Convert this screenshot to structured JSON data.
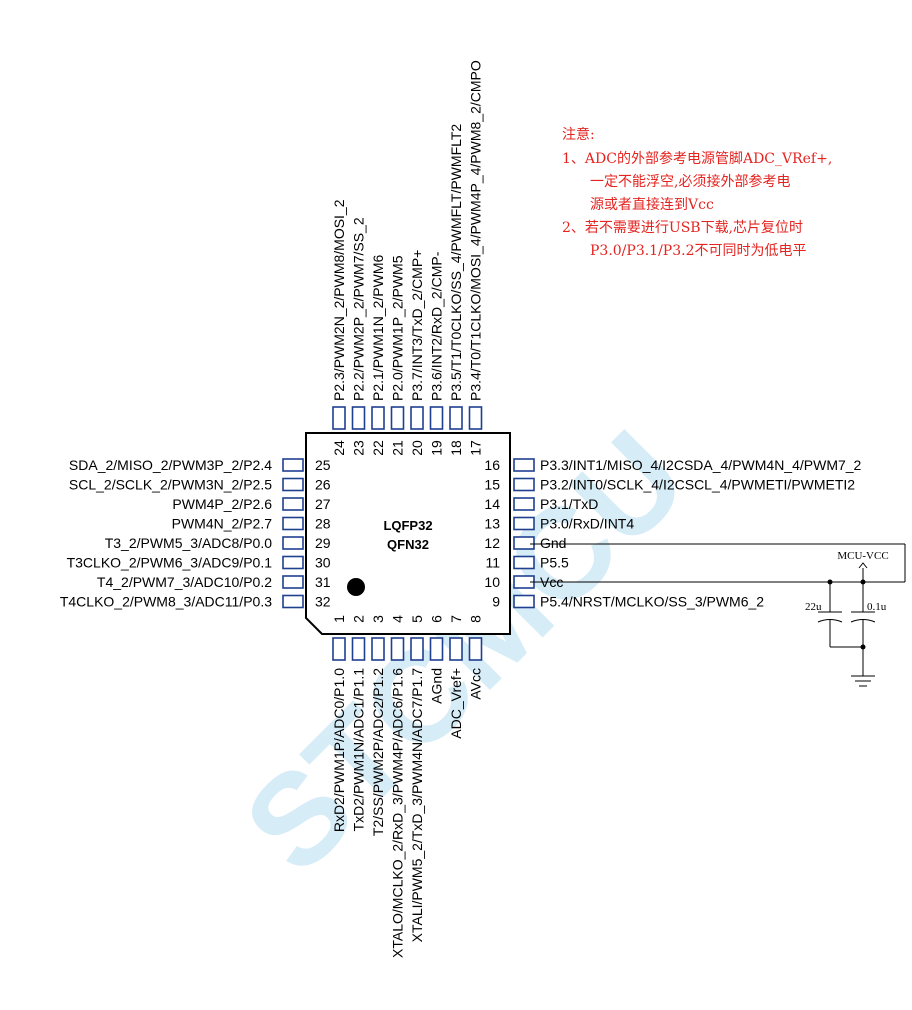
{
  "watermark": "STCMCU",
  "chip": {
    "line1": "LQFP32",
    "line2": "QFN32"
  },
  "notes": [
    "注意:",
    "1、ADC的外部参考电源管脚ADC_VRef+,",
    "一定不能浮空,必须接外部参考电",
    "源或者直接连到Vcc",
    "2、若不需要进行USB下载,芯片复位时",
    "P3.0/P3.1/P3.2不可同时为低电平"
  ],
  "circuit": {
    "supply": "MCU-VCC",
    "cap1": "22u",
    "cap2": "0.1u"
  },
  "pins_left": [
    {
      "num": "25",
      "label": "SDA_2/MISO_2/PWM3P_2/P2.4"
    },
    {
      "num": "26",
      "label": "SCL_2/SCLK_2/PWM3N_2/P2.5"
    },
    {
      "num": "27",
      "label": "PWM4P_2/P2.6"
    },
    {
      "num": "28",
      "label": "PWM4N_2/P2.7"
    },
    {
      "num": "29",
      "label": "T3_2/PWM5_3/ADC8/P0.0"
    },
    {
      "num": "30",
      "label": "T3CLKO_2/PWM6_3/ADC9/P0.1"
    },
    {
      "num": "31",
      "label": "T4_2/PWM7_3/ADC10/P0.2"
    },
    {
      "num": "32",
      "label": "T4CLKO_2/PWM8_3/ADC11/P0.3"
    }
  ],
  "pins_right": [
    {
      "num": "16",
      "label": "P3.3/INT1/MISO_4/I2CSDA_4/PWM4N_4/PWM7_2"
    },
    {
      "num": "15",
      "label": "P3.2/INT0/SCLK_4/I2CSCL_4/PWMETI/PWMETI2"
    },
    {
      "num": "14",
      "label": "P3.1/TxD"
    },
    {
      "num": "13",
      "label": "P3.0/RxD/INT4"
    },
    {
      "num": "12",
      "label": "Gnd"
    },
    {
      "num": "11",
      "label": "P5.5"
    },
    {
      "num": "10",
      "label": "Vcc"
    },
    {
      "num": "9",
      "label": "P5.4/NRST/MCLKO/SS_3/PWM6_2"
    }
  ],
  "pins_top": [
    {
      "num": "24",
      "label": "P2.3/PWM2N_2/PWM8/MOSI_2"
    },
    {
      "num": "23",
      "label": "P2.2/PWM2P_2/PWM7/SS_2"
    },
    {
      "num": "22",
      "label": "P2.1/PWM1N_2/PWM6"
    },
    {
      "num": "21",
      "label": "P2.0/PWM1P_2/PWM5"
    },
    {
      "num": "20",
      "label": "P3.7/INT3/TxD_2/CMP+"
    },
    {
      "num": "19",
      "label": "P3.6/INT2/RxD_2/CMP-"
    },
    {
      "num": "18",
      "label": "P3.5/T1/T0CLKO/SS_4/PWMFLT/PWMFLT2"
    },
    {
      "num": "17",
      "label": "P3.4/T0/T1CLKO/MOSI_4/PWM4P_4/PWM8_2/CMPO"
    }
  ],
  "pins_bottom": [
    {
      "num": "1",
      "label": "RxD2/PWM1P/ADC0/P1.0"
    },
    {
      "num": "2",
      "label": "TxD2/PWM1N/ADC1/P1.1"
    },
    {
      "num": "3",
      "label": "T2/SS/PWM2P/ADC2/P1.2"
    },
    {
      "num": "4",
      "label": "XTALO/MCLKO_2/RxD_3/PWM4P/ADC6/P1.6"
    },
    {
      "num": "5",
      "label": "XTALI/PWM5_2/TxD_3/PWM4N/ADC7/P1.7"
    },
    {
      "num": "6",
      "label": "AGnd"
    },
    {
      "num": "7",
      "label": "ADC_Vref+"
    },
    {
      "num": "8",
      "label": "AVcc"
    }
  ]
}
